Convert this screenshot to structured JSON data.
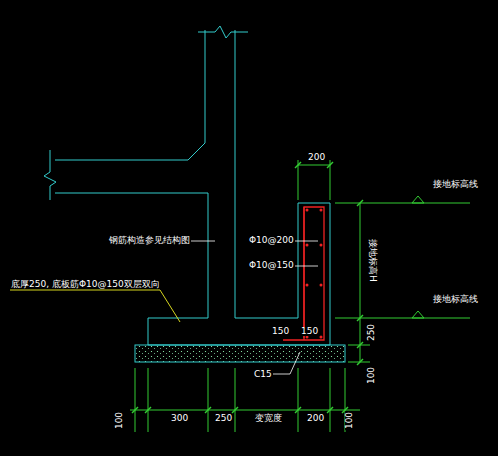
{
  "diagram": {
    "labels": [
      "200",
      "接地标高线",
      "接地标高线",
      "接地标高H",
      "250",
      "100",
      "钢筋构造参见结构图",
      "Φ10@200",
      "Φ10@150",
      "底厚250, 底板筋Φ10@150双层双向",
      "150",
      "150",
      "C15",
      "100",
      "300",
      "250",
      "变宽度",
      "200",
      "100"
    ]
  }
}
